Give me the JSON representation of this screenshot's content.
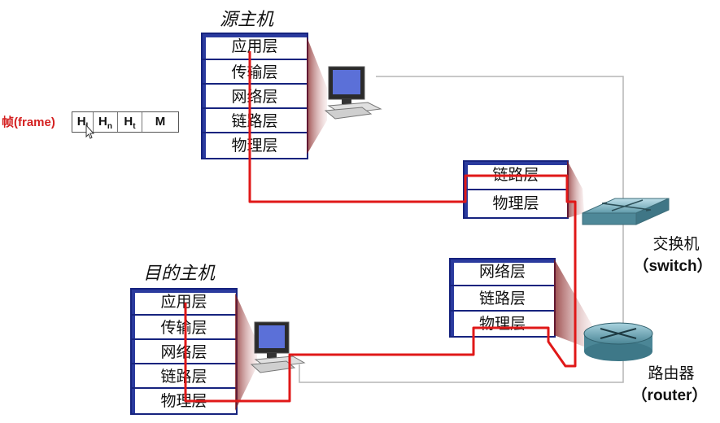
{
  "source_host": {
    "title": "源主机",
    "layers": [
      "应用层",
      "传输层",
      "网络层",
      "链路层",
      "物理层"
    ]
  },
  "dest_host": {
    "title": "目的主机",
    "layers": [
      "应用层",
      "传输层",
      "网络层",
      "链路层",
      "物理层"
    ]
  },
  "switch": {
    "layers": [
      "链路层",
      "物理层"
    ],
    "label_cn": "交换机",
    "label_en": "（switch）"
  },
  "router": {
    "layers": [
      "网络层",
      "链路层",
      "物理层"
    ],
    "label_cn": "路由器",
    "label_en": "（router）"
  },
  "frame": {
    "label": "帧(frame)",
    "cells": [
      {
        "main": "H",
        "sub": "l"
      },
      {
        "main": "H",
        "sub": "n"
      },
      {
        "main": "H",
        "sub": "t"
      },
      {
        "main": "M",
        "sub": ""
      }
    ]
  },
  "colors": {
    "stack_border": "#16237e",
    "data_path": "#e01818",
    "frame_label": "#d42020",
    "link_line": "#b5b5b5"
  },
  "icons": [
    "computer-icon",
    "switch-icon",
    "router-icon",
    "cursor-icon"
  ]
}
